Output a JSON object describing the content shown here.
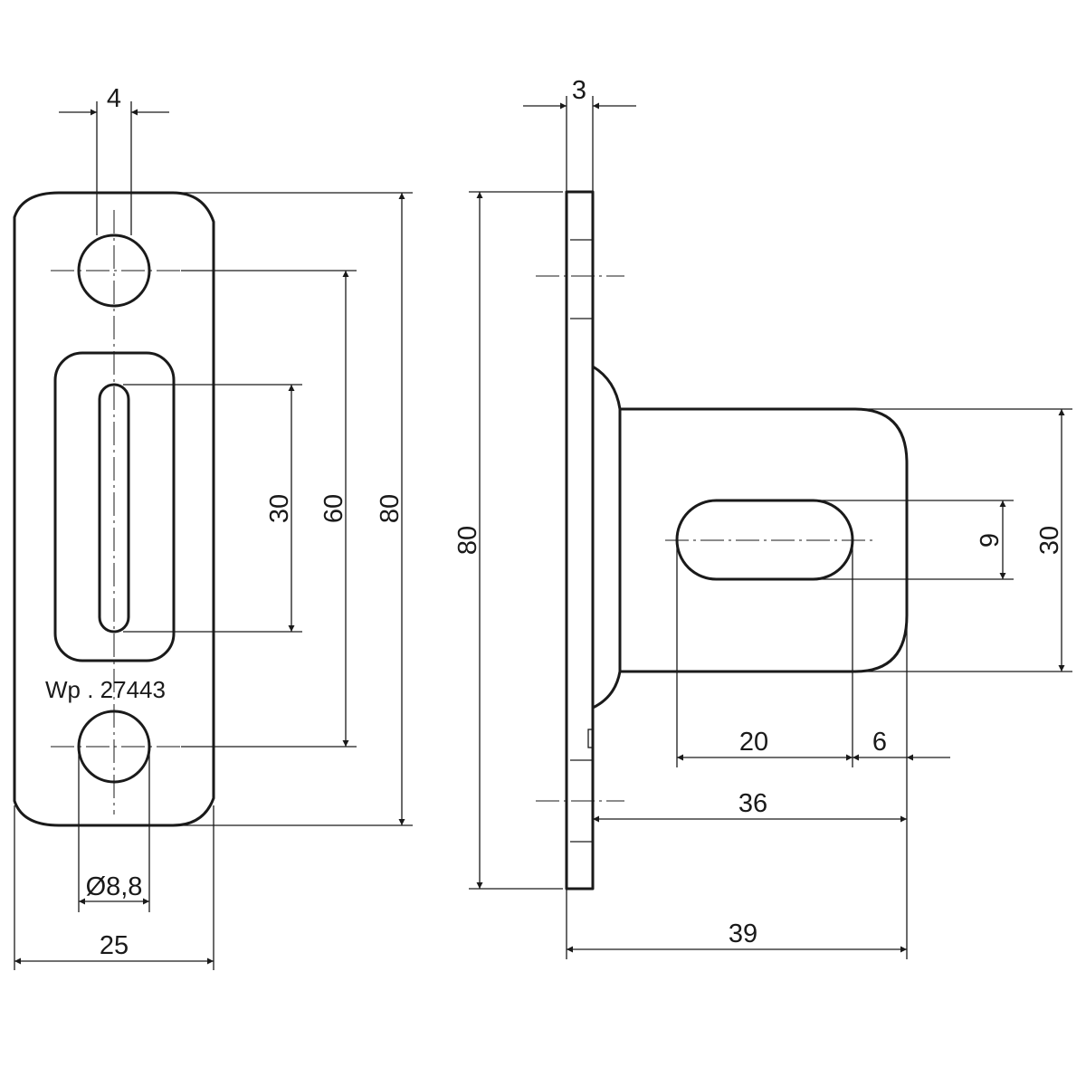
{
  "part_label": "Wp . 27443",
  "dimensions": {
    "front_hole_spacing": "4",
    "front_slot_length": "30",
    "front_hole_pitch": "60",
    "front_height": "80",
    "front_hole_diameter": "Ø8,8",
    "front_width": "25",
    "side_thickness": "3",
    "side_height": "80",
    "side_tongue_height": "30",
    "side_slot_width": "9",
    "side_slot_length": "20",
    "side_slot_end": "6",
    "side_tongue_length": "36",
    "side_overall_length": "39"
  }
}
